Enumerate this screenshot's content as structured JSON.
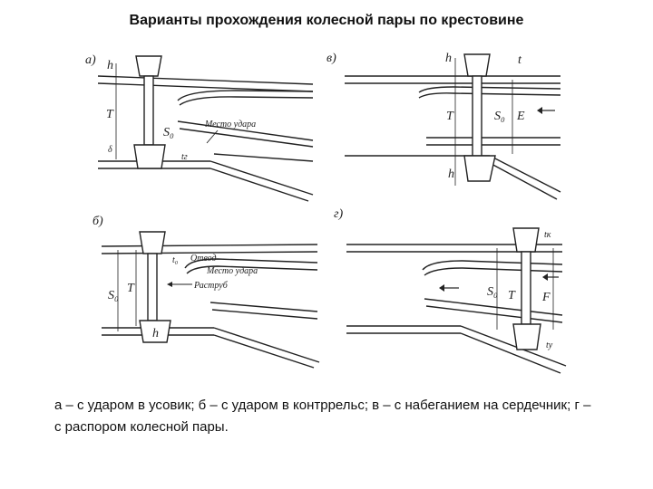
{
  "title": "Варианты прохождения колесной пары по крестовине",
  "panels": {
    "a": {
      "label": "а)",
      "dims": {
        "h": "h",
        "T": "T",
        "S0": "S₀",
        "delta": "δ",
        "tr": "tг"
      },
      "note_impact": "Место удара"
    },
    "b": {
      "label": "б)",
      "dims": {
        "t0": "t₀",
        "T": "T",
        "S0": "S₀",
        "h": "h"
      },
      "note_otvod": "Отвод",
      "note_impact": "Место удара",
      "note_rastrub": "Раструб"
    },
    "v": {
      "label": "в)",
      "dims": {
        "h_top": "h",
        "t": "t",
        "T": "T",
        "S0": "S₀",
        "E": "E",
        "h_bottom": "h"
      }
    },
    "g": {
      "label": "г)",
      "dims": {
        "tk": "tк",
        "S0": "S₀",
        "T": "T",
        "F": "F",
        "ty": "tу"
      }
    }
  },
  "caption": "а – с ударом в усовик; б – с ударом в контррельс; в – с набеганием на сердечник; г – с распором колесной пары."
}
